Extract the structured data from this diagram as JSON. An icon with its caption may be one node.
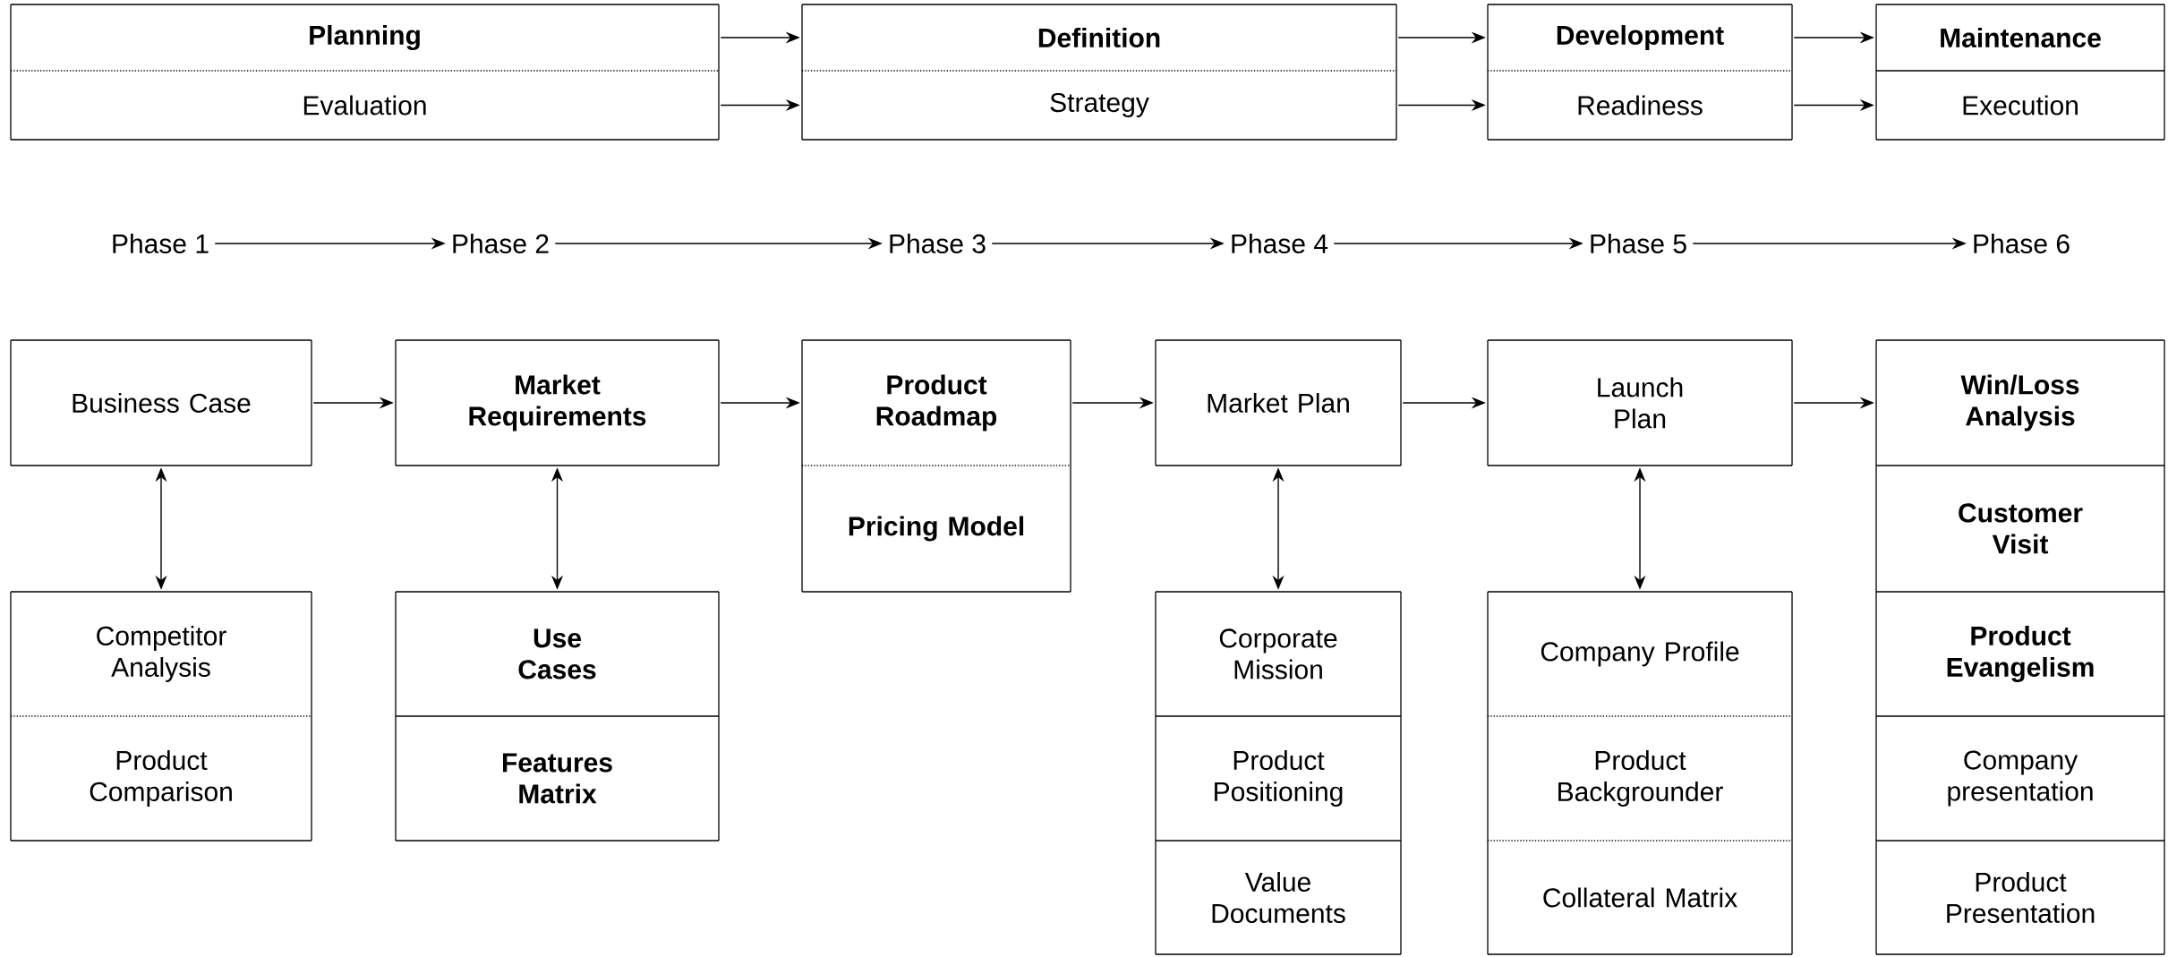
{
  "diagram": {
    "nodes": [
      {
        "text": [
          "Planning"
        ]
      },
      {
        "text": [
          "Evaluation"
        ]
      },
      {
        "text": [
          "Definition"
        ]
      },
      {
        "text": [
          "Strategy"
        ]
      },
      {
        "text": [
          "Development"
        ]
      },
      {
        "text": [
          "Readiness"
        ]
      },
      {
        "text": [
          "Maintenance"
        ]
      },
      {
        "text": [
          "Execution"
        ]
      },
      {
        "text": [
          "Phase 1"
        ]
      },
      {
        "text": [
          "Phase 2"
        ]
      },
      {
        "text": [
          "Phase 3"
        ]
      },
      {
        "text": [
          "Phase 4"
        ]
      },
      {
        "text": [
          "Phase 5"
        ]
      },
      {
        "text": [
          "Phase 6"
        ]
      },
      {
        "text": [
          "Business Case"
        ]
      },
      {
        "text": [
          "Market Requirements"
        ]
      },
      {
        "text": [
          "Product Roadmap"
        ]
      },
      {
        "text": [
          "Pricing Model"
        ]
      },
      {
        "text": [
          "Market Plan"
        ]
      },
      {
        "text": [
          "Launch Plan"
        ]
      },
      {
        "text": [
          "Win/Loss Analysis"
        ]
      },
      {
        "text": [
          "Customer Visit"
        ]
      },
      {
        "text": [
          "Product Evangelism"
        ]
      },
      {
        "text": [
          "Company presentation"
        ]
      },
      {
        "text": [
          "Product Presentation"
        ]
      },
      {
        "text": [
          "Competitor Analysis"
        ]
      },
      {
        "text": [
          "Product Comparison"
        ]
      },
      {
        "text": [
          "Use Cases"
        ]
      },
      {
        "text": [
          "Features Matrix"
        ]
      },
      {
        "text": [
          "Corporate Mission"
        ]
      },
      {
        "text": [
          "Product Positioning"
        ]
      },
      {
        "text": [
          "Value Documents"
        ]
      },
      {
        "text": [
          "Company Profile"
        ]
      },
      {
        "text": [
          "Product Backgrounder"
        ]
      },
      {
        "text": [
          "Collateral Matrix"
        ]
      }
    ],
    "edges": [
      {
        "from": 0,
        "to": 2,
        "arrow": "to"
      },
      {
        "from": 1,
        "to": 3,
        "arrow": "to"
      },
      {
        "from": 2,
        "to": 4,
        "arrow": "to"
      },
      {
        "from": 3,
        "to": 5,
        "arrow": "to"
      },
      {
        "from": 4,
        "to": 6,
        "arrow": "to"
      },
      {
        "from": 5,
        "to": 7,
        "arrow": "to"
      },
      {
        "from": 8,
        "to": 9,
        "arrow": "to"
      },
      {
        "from": 9,
        "to": 10,
        "arrow": "to"
      },
      {
        "from": 10,
        "to": 11,
        "arrow": "to"
      },
      {
        "from": 11,
        "to": 12,
        "arrow": "to"
      },
      {
        "from": 12,
        "to": 13,
        "arrow": "to"
      },
      {
        "from": 14,
        "to": 15,
        "arrow": "to"
      },
      {
        "from": 15,
        "to": 16,
        "arrow": "to"
      },
      {
        "from": 16,
        "to": 18,
        "arrow": "to"
      },
      {
        "from": 18,
        "to": 19,
        "arrow": "to"
      },
      {
        "from": 19,
        "to": 20,
        "arrow": "to"
      },
      {
        "from": 14,
        "to": 25,
        "arrow": "both"
      },
      {
        "from": 15,
        "to": 27,
        "arrow": "both"
      },
      {
        "from": 18,
        "to": 29,
        "arrow": "both"
      },
      {
        "from": 19,
        "to": 32,
        "arrow": "both"
      }
    ]
  }
}
